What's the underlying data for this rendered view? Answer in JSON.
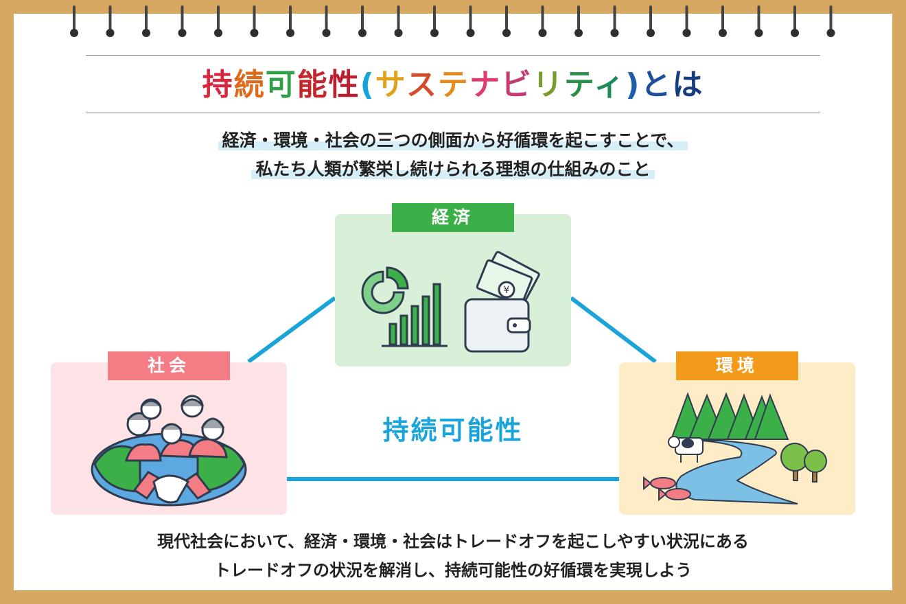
{
  "title": {
    "segments": [
      {
        "text": "持",
        "color": "#d7263d"
      },
      {
        "text": "続",
        "color": "#e06a1b"
      },
      {
        "text": "可",
        "color": "#2e9e47"
      },
      {
        "text": "能",
        "color": "#c1272d"
      },
      {
        "text": "性",
        "color": "#b8202f"
      },
      {
        "text": "(",
        "color": "#17a3d9"
      },
      {
        "text": "サ",
        "color": "#e0a21b"
      },
      {
        "text": "ス",
        "color": "#d14d2b"
      },
      {
        "text": "テ",
        "color": "#e48b1e"
      },
      {
        "text": "ナ",
        "color": "#e03a6e"
      },
      {
        "text": "ビ",
        "color": "#c43c70"
      },
      {
        "text": "リ",
        "color": "#7a9a2e"
      },
      {
        "text": "テ",
        "color": "#2b8f4a"
      },
      {
        "text": "ィ",
        "color": "#1f8a5a"
      },
      {
        "text": ")",
        "color": "#1d5fa8"
      },
      {
        "text": "と",
        "color": "#1d4f9c"
      },
      {
        "text": "は",
        "color": "#173e7c"
      }
    ]
  },
  "lead": {
    "line1": "経済・環境・社会の三つの側面から好循環を起こすことで、",
    "line2": "私たち人類が繁栄し続けられる理想の仕組みのこと"
  },
  "panels": {
    "economy": {
      "label": "経済",
      "bg": "#d8efd8",
      "tag_color": "#3cb048"
    },
    "society": {
      "label": "社会",
      "bg": "#fde3e6",
      "tag_color": "#f47c84"
    },
    "environment": {
      "label": "環境",
      "bg": "#fdecc6",
      "tag_color": "#f39a1a"
    }
  },
  "center_label": "持続可能性",
  "footer": {
    "line1": "現代社会において、経済・環境・社会はトレードオフを起こしやすい状況にある",
    "line2": "トレードオフの状況を解消し、持続可能性の好循環を実現しよう"
  },
  "colors": {
    "accent": "#1ba4d9",
    "frame": "#d7a862"
  },
  "icons": [
    "pie-chart-icon",
    "bar-chart-icon",
    "wallet-icon",
    "yen-bill-icon",
    "people-group-icon",
    "handshake-icon",
    "forest-icon",
    "cow-icon",
    "river-icon",
    "fish-icon",
    "fruit-tree-icon"
  ]
}
